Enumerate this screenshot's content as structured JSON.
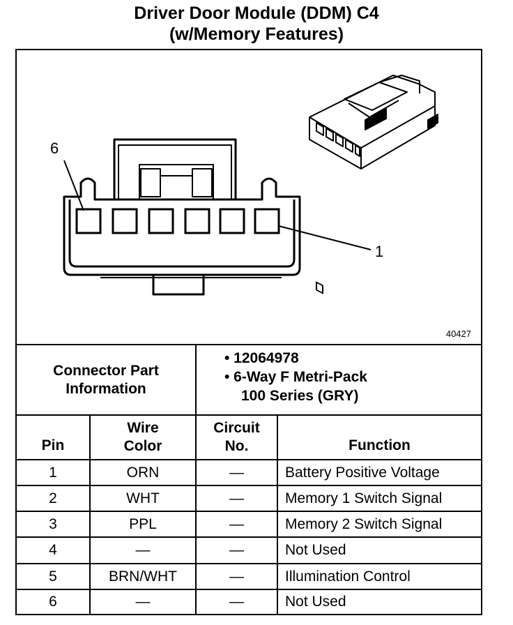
{
  "title": {
    "line1": "Driver Door Module (DDM) C4",
    "line2": "(w/Memory Features)"
  },
  "diagram": {
    "figure_number": "40427",
    "pin_label_top": "6",
    "pin_label_right": "1"
  },
  "connector_info": {
    "label": "Connector Part Information",
    "part_number": "• 12064978",
    "description_line1": "• 6-Way F Metri-Pack",
    "description_line2": "100 Series (GRY)"
  },
  "table": {
    "headers": {
      "pin": "Pin",
      "wire_color": "Wire Color",
      "circuit_no": "Circuit No.",
      "function": "Function"
    },
    "rows": [
      {
        "pin": "1",
        "wire_color": "ORN",
        "circuit": "—",
        "function": "Battery Positive Voltage"
      },
      {
        "pin": "2",
        "wire_color": "WHT",
        "circuit": "—",
        "function": "Memory 1 Switch Signal"
      },
      {
        "pin": "3",
        "wire_color": "PPL",
        "circuit": "—",
        "function": "Memory 2 Switch Signal"
      },
      {
        "pin": "4",
        "wire_color": "—",
        "circuit": "—",
        "function": "Not Used"
      },
      {
        "pin": "5",
        "wire_color": "BRN/WHT",
        "circuit": "—",
        "function": "Illumination Control"
      },
      {
        "pin": "6",
        "wire_color": "—",
        "circuit": "—",
        "function": "Not Used"
      }
    ]
  }
}
